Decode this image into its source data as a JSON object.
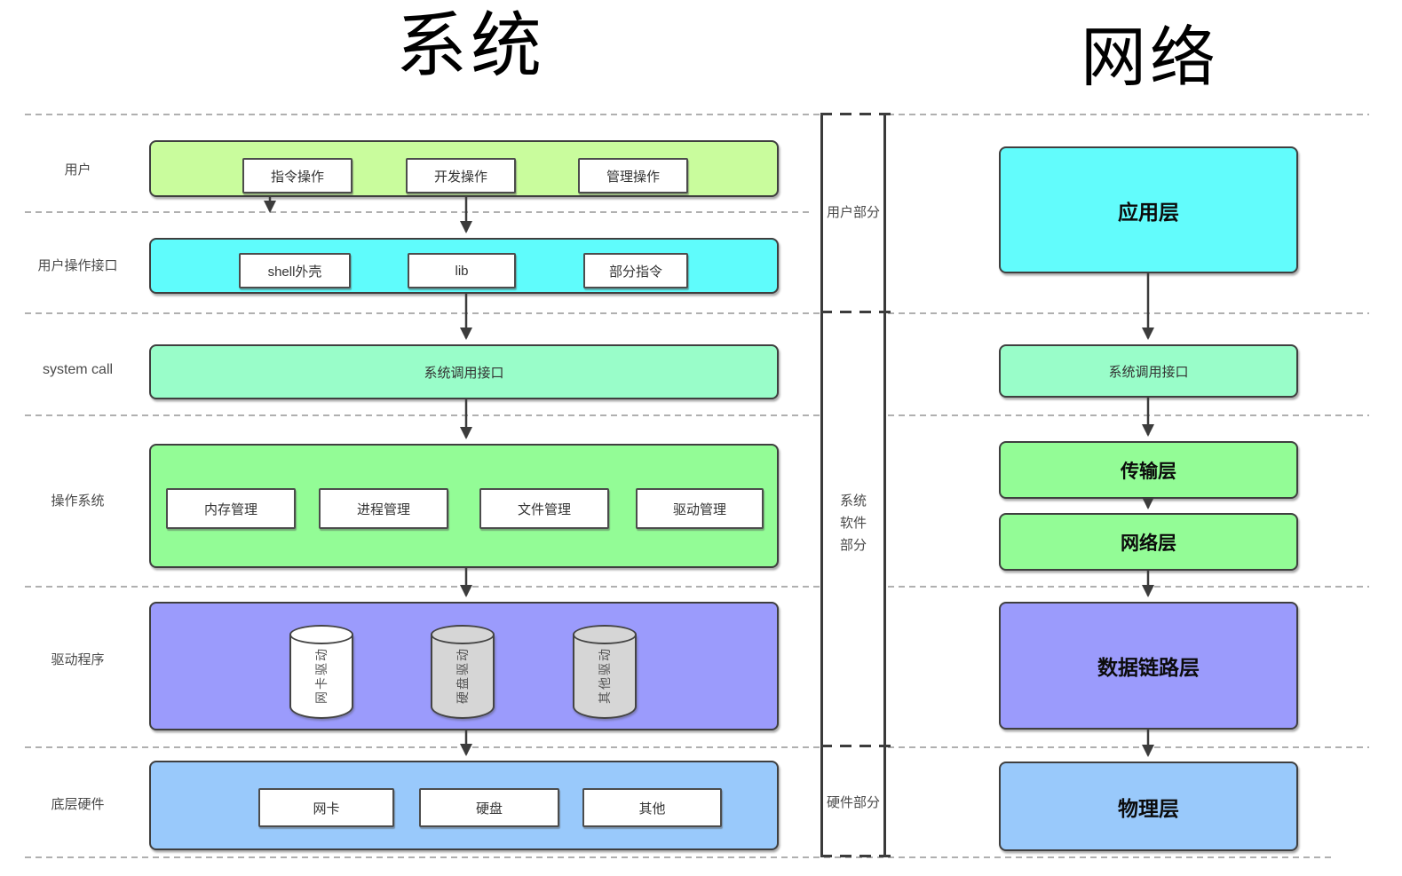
{
  "titles": {
    "system": "系统",
    "network": "网络"
  },
  "system_diagram": {
    "rows": [
      {
        "label": "用户",
        "items": [
          "指令操作",
          "开发操作",
          "管理操作"
        ]
      },
      {
        "label": "用户操作接口",
        "items": [
          "shell外壳",
          "lib",
          "部分指令"
        ]
      },
      {
        "label": "system call",
        "text": "系统调用接口"
      },
      {
        "label": "操作系统",
        "items": [
          "内存管理",
          "进程管理",
          "文件管理",
          "驱动管理"
        ]
      },
      {
        "label": "驱动程序",
        "cylinders": [
          "网卡驱动",
          "硬盘驱动",
          "其他驱动"
        ]
      },
      {
        "label": "底层硬件",
        "items": [
          "网卡",
          "硬盘",
          "其他"
        ]
      }
    ]
  },
  "divider": {
    "sections": [
      "用户部分",
      "系统软件部分",
      "硬件部分"
    ]
  },
  "network_stack": {
    "layers": [
      "应用层",
      "系统调用接口",
      "传输层",
      "网络层",
      "数据链路层",
      "物理层"
    ]
  },
  "colors": {
    "user_green": "#c9fc9d",
    "cyan": "#5ffcfc",
    "mint": "#99fdc9",
    "green": "#93fc96",
    "purple": "#9b9bfc",
    "blue": "#99c9fb",
    "net_cyan": "#62fcfc",
    "box_border": "#3f3f3f",
    "guide_dash": "#b0b0b0",
    "label_text": "#4a4a4a"
  }
}
